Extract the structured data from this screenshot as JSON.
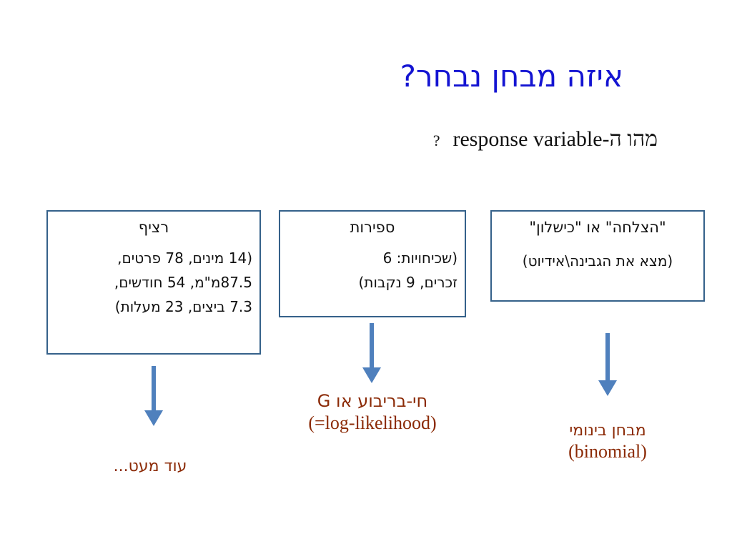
{
  "title": "איזה מבחן נבחר?",
  "subtitle": {
    "prefix": "מהו ה-",
    "term": "response variable",
    "question": "?"
  },
  "boxes": {
    "success": {
      "heading": "\"הצלחה\" או \"כישלון\"",
      "lines": [
        "(מצא את הגבינה\\אידיוט)"
      ]
    },
    "count": {
      "heading": "ספירות",
      "lines": [
        "(שכיחויות: 6",
        "זכרים, 9 נקבות)"
      ]
    },
    "continuous": {
      "heading": "רציף",
      "lines": [
        "(14 מינים, 78 פרטים,",
        "87.5מ\"מ, 54 חודשים,",
        "7.3 ביצים, 23 מעלות)"
      ]
    }
  },
  "results": {
    "success": {
      "he": "מבחן בינומי",
      "en": "(binomial)"
    },
    "count": {
      "he": "חי-בריבוע או G",
      "en": "(log-likelihood=)"
    },
    "continuous": {
      "he": "עוד מעט..."
    }
  },
  "colors": {
    "title": "#1414d2",
    "box_border": "#35618a",
    "arrow": "#4f80bd",
    "result_text": "#8b2a06"
  }
}
